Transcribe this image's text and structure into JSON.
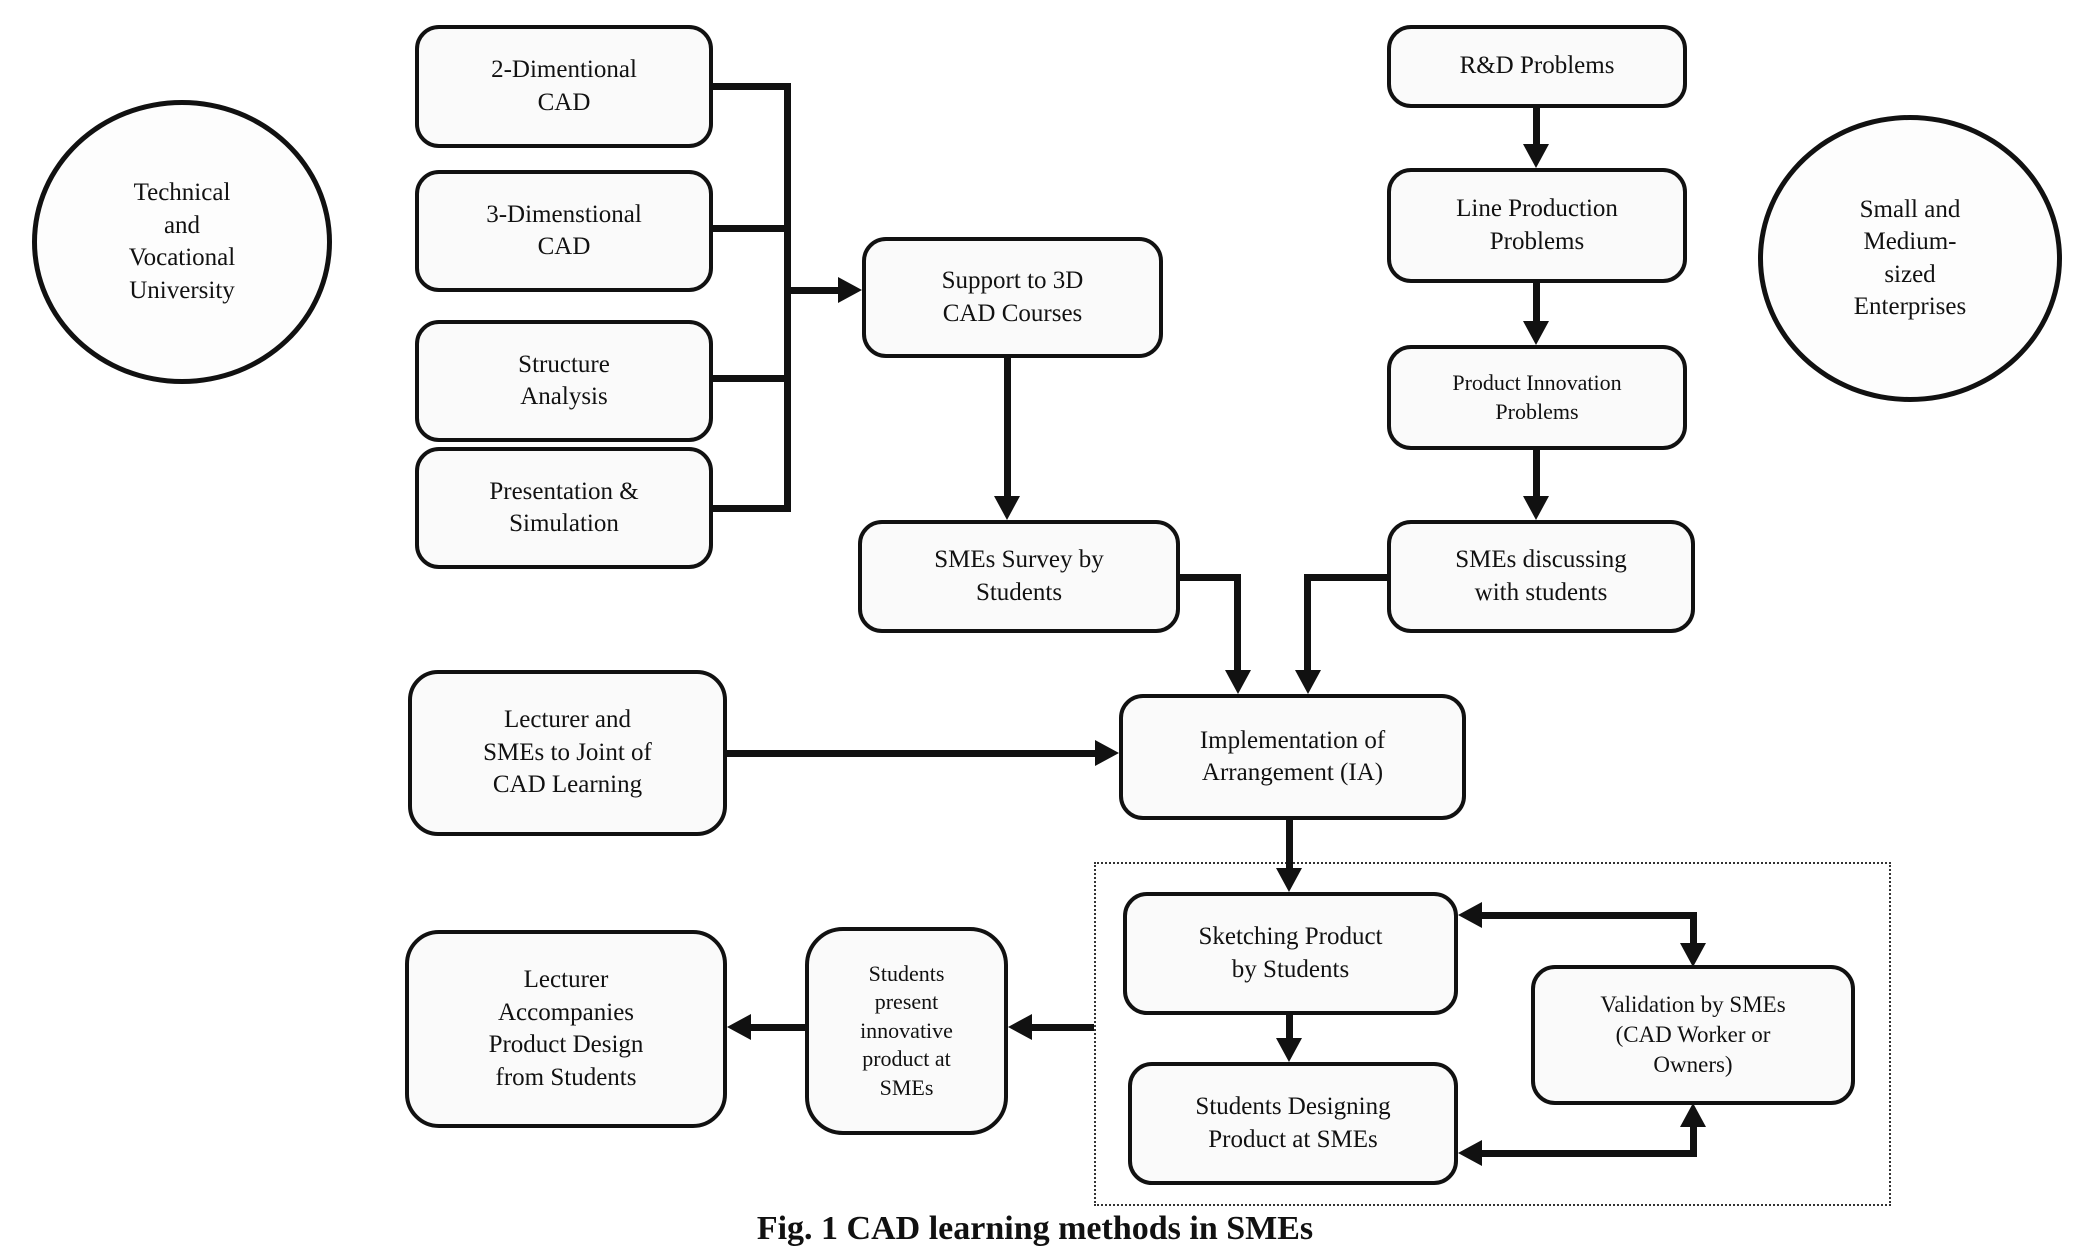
{
  "figure": {
    "caption": "Fig. 1  CAD learning methods in SMEs",
    "ink_color": "#111111",
    "box_fill": "#fafafa",
    "nodes": {
      "university": "Technical\nand\nVocational\nUniversity",
      "smes": "Small and\nMedium-\nsized\nEnterprises",
      "cad2d": "2-Dimentional\nCAD",
      "cad3d": "3-Dimenstional\nCAD",
      "structure": "Structure\nAnalysis",
      "presentation": "Presentation &\nSimulation",
      "support": "Support to 3D\nCAD Courses",
      "survey": "SMEs Survey by\nStudents",
      "rd": "R&D Problems",
      "lineprod": "Line Production\nProblems",
      "innovation": "Product Innovation\nProblems",
      "discussing": "SMEs discussing\nwith students",
      "lecturer_joint": "Lecturer and\nSMEs to Joint of\nCAD Learning",
      "ia": "Implementation of\nArrangement (IA)",
      "sketching": "Sketching Product\nby Students",
      "designing": "Students Designing\nProduct at SMEs",
      "validation": "Validation by SMEs\n(CAD Worker or\nOwners)",
      "present": "Students\npresent\ninnovative\nproduct at\nSMEs",
      "accompanies": "Lecturer\nAccompanies\nProduct Design\nfrom Students"
    }
  }
}
